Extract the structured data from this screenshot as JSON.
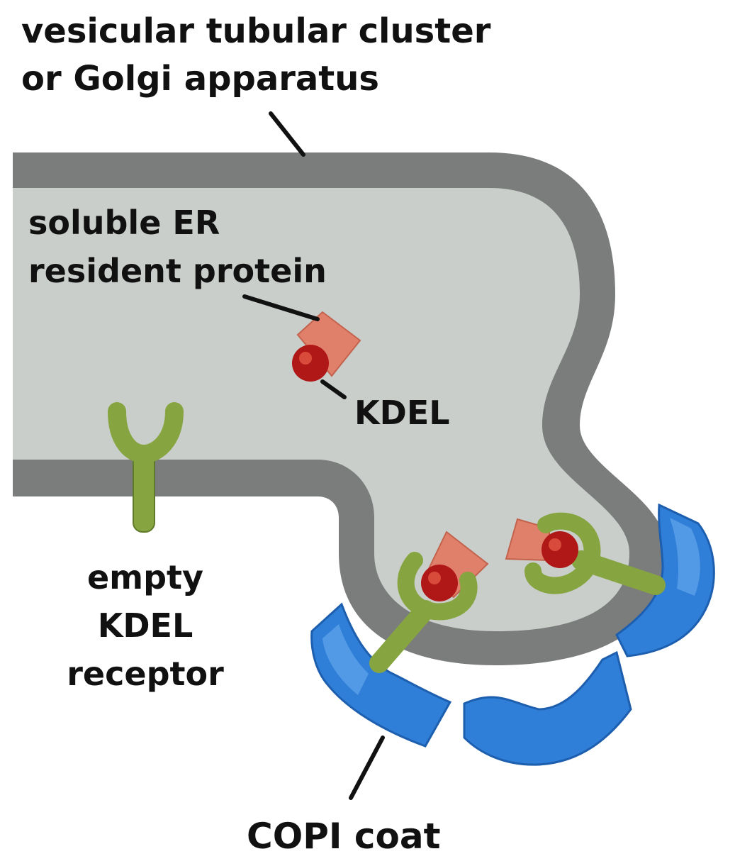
{
  "labels": {
    "compartment_line1": "vesicular tubular cluster",
    "compartment_line2": "or Golgi apparatus",
    "protein_line1": "soluble ER",
    "protein_line2": "resident protein",
    "kdel": "KDEL",
    "receptor_line1": "empty",
    "receptor_line2": "KDEL",
    "receptor_line3": "receptor",
    "coat": "COPI coat"
  },
  "colors": {
    "membrane": "#7b7d7c",
    "lumen": "#c9ceca",
    "receptor": "#86a43f",
    "receptor_shade": "#5f7a2a",
    "kdel_signal": "#b01818",
    "protein_cone": "#e0806a",
    "copi_coat": "#2f7ed8",
    "copi_coat_light": "#6fb0f0",
    "text": "#111111"
  }
}
